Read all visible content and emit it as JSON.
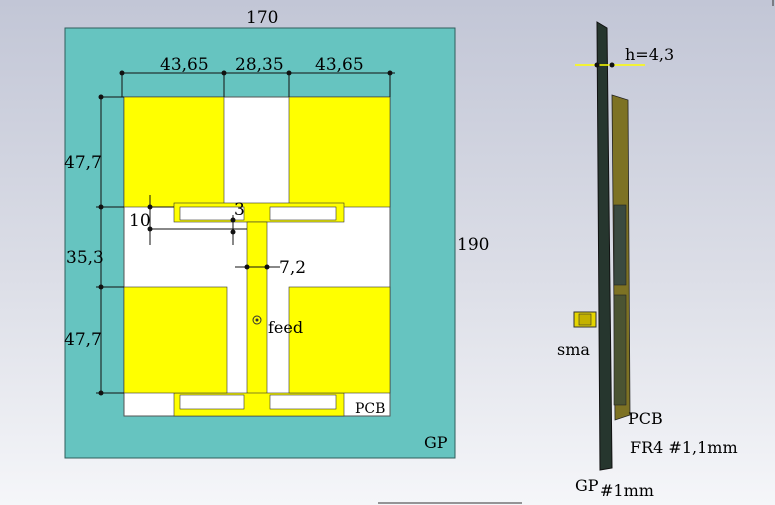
{
  "front_view": {
    "width_label": "170",
    "height_label": "190",
    "dim_left": "43,65",
    "dim_mid": "28,35",
    "dim_right": "43,65",
    "dim_top_patch": "47,7",
    "dim_middle_gap": "35,3",
    "dim_bottom_patch": "47,7",
    "dim_ten": "10",
    "dim_three": "3",
    "dim_feedline": "7,2",
    "feed_label": "feed",
    "pcb_label": "PCB",
    "gp_label": "GP"
  },
  "side_view": {
    "height_label": "h=4,3",
    "sma_label": "sma",
    "pcb_label": "PCB",
    "fr4_label": "FR4 #1,1mm",
    "gp_label": "GP",
    "gp_thickness_label": "#1mm"
  },
  "colors": {
    "ground_plane": "#66c4c0",
    "pcb_substrate": "#ffffff",
    "copper": "#ffff00",
    "side_body": "#26362e",
    "side_copper": "#7d7224"
  }
}
